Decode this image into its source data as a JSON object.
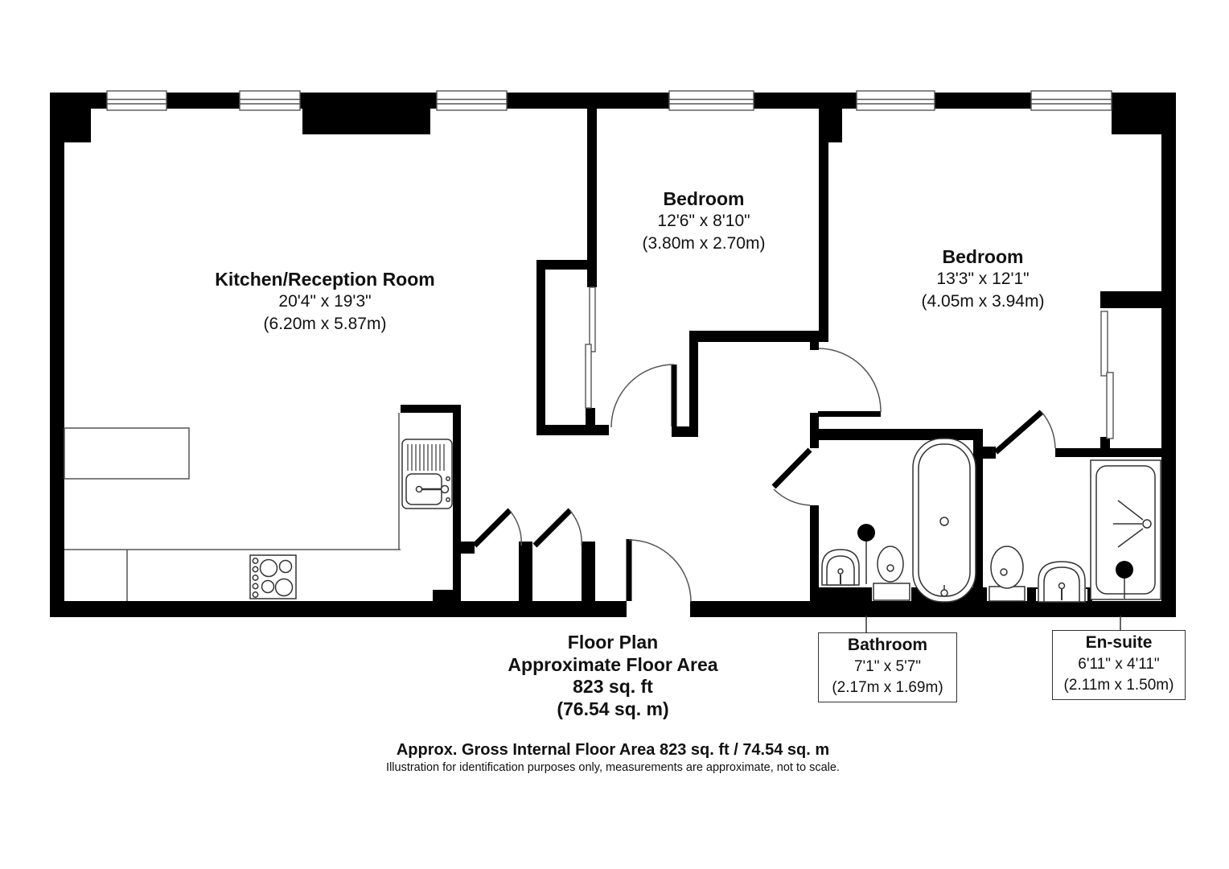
{
  "rooms": {
    "kitchen": {
      "name": "Kitchen/Reception Room",
      "imperial": "20'4\" x 19'3\"",
      "metric": "(6.20m x 5.87m)"
    },
    "bedroom1": {
      "name": "Bedroom",
      "imperial": "12'6\" x 8'10\"",
      "metric": "(3.80m x 2.70m)"
    },
    "bedroom2": {
      "name": "Bedroom",
      "imperial": "13'3\" x 12'1\"",
      "metric": "(4.05m x 3.94m)"
    },
    "bathroom": {
      "name": "Bathroom",
      "imperial": "7'1\" x 5'7\"",
      "metric": "(2.17m x 1.69m)"
    },
    "ensuite": {
      "name": "En-suite",
      "imperial": "6'11\" x 4'11\"",
      "metric": "(2.11m x 1.50m)"
    }
  },
  "summary": {
    "title": "Floor Plan",
    "subtitle": "Approximate Floor Area",
    "area_ft": "823 sq. ft",
    "area_m": "(76.54 sq. m)"
  },
  "footer": {
    "headline": "Approx. Gross Internal Floor Area 823 sq. ft / 74.54 sq. m",
    "disclaimer": "Illustration for identification purposes only, measurements are approximate, not to scale."
  },
  "colors": {
    "wall": "#000000",
    "fixture_line": "#333333",
    "thin_line": "#555555"
  }
}
